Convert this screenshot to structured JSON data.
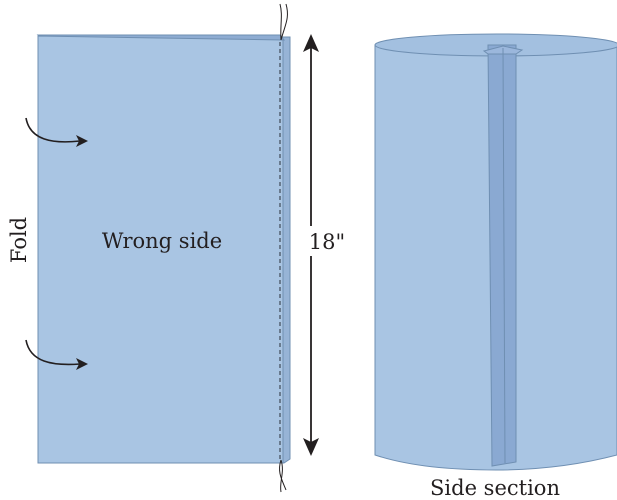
{
  "colors": {
    "fabric": "#a9c5e3",
    "fabric_edge": "#6f8fb2",
    "fabric_back": "#97b4d6",
    "seam_band": "#8aa9d2",
    "arrow": "#231f20",
    "text": "#231f20"
  },
  "labels": {
    "fold": "Fold",
    "wrong_side": "Wrong side",
    "dimension": "18\"",
    "side_section": "Side section"
  },
  "icons": {
    "fold_arrow": "curved-arrow-right",
    "dimension_arrow": "double-headed-vertical-arrow",
    "thread": "thread-tail"
  }
}
